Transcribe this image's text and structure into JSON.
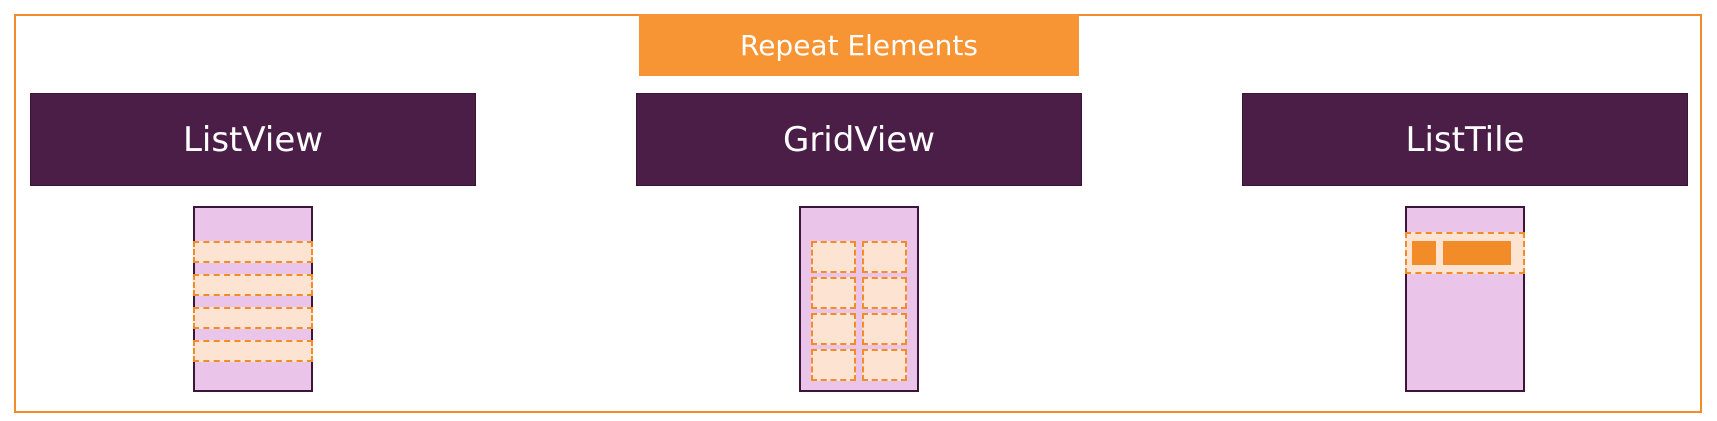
{
  "title": "Repeat Elements",
  "columns": [
    {
      "label": "ListView"
    },
    {
      "label": "GridView"
    },
    {
      "label": "ListTile"
    }
  ],
  "colors": {
    "frame_border": "#f28c28",
    "title_background": "#f79433",
    "header_background": "#4a1e47",
    "phone_background": "#ebc4ea",
    "item_fill": "#fde3d1",
    "item_dash": "#f28c28"
  },
  "counts": {
    "listview_rows": 4,
    "gridview_cells": 8,
    "listtile_rows": 1
  }
}
